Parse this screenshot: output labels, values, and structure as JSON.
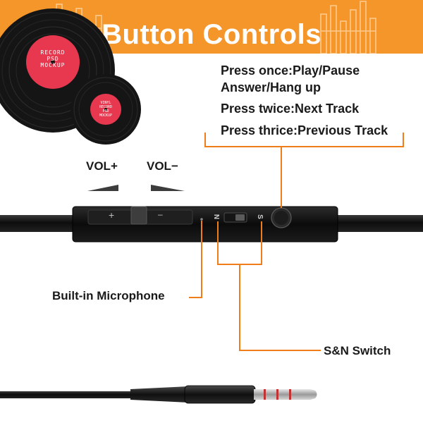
{
  "header": {
    "title": "Button Controls"
  },
  "instructions": [
    "Press once:Play/Pause",
    "Answer/Hang up",
    "Press twice:Next Track",
    "Press thrice:Previous Track"
  ],
  "volume": {
    "up_label": "VOL+",
    "down_label": "VOL−"
  },
  "callouts": {
    "microphone": "Built-in Microphone",
    "switch": "S&N Switch"
  },
  "records": {
    "large_label": [
      "RECORD",
      "PSD",
      "MOCKUP"
    ],
    "small_label": [
      "VINYL",
      "RECORD",
      "PSD",
      "MOCKUP"
    ]
  },
  "remote": {
    "switch_letter_n": "N",
    "switch_letter_s": "S",
    "plus_mark": "+",
    "minus_mark": "–"
  },
  "colors": {
    "accent": "#f5962a",
    "callout_line": "#ef7d1a",
    "record_label": "#e8384f",
    "cable": "#111111"
  }
}
